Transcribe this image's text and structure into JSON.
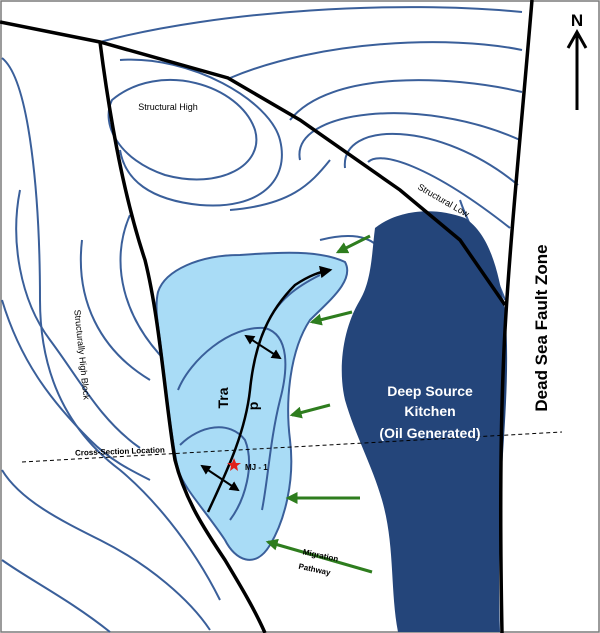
{
  "labels": {
    "north": "N",
    "structural_high": "Structural High",
    "structural_low": "Structural Low",
    "structurally_high_block": "Structurally High Block",
    "fault_zone": "Dead Sea Fault Zone",
    "kitchen_line1": "Deep Source",
    "kitchen_line2": "Kitchen",
    "kitchen_line3": "(Oil Generated)",
    "cross_section": "Cross-Section Location",
    "well": "MJ - 1",
    "trap_part1": "Tra",
    "trap_part2": "p",
    "migration_line1": "Migration",
    "migration_line2": "Pathway"
  },
  "colors": {
    "contour": "#3a5f9a",
    "trap_fill": "#a9dcf6",
    "kitchen_fill": "#24457a",
    "fault": "#000000",
    "migration_arrow": "#2e7d1e",
    "well_star": "#e0201a"
  }
}
